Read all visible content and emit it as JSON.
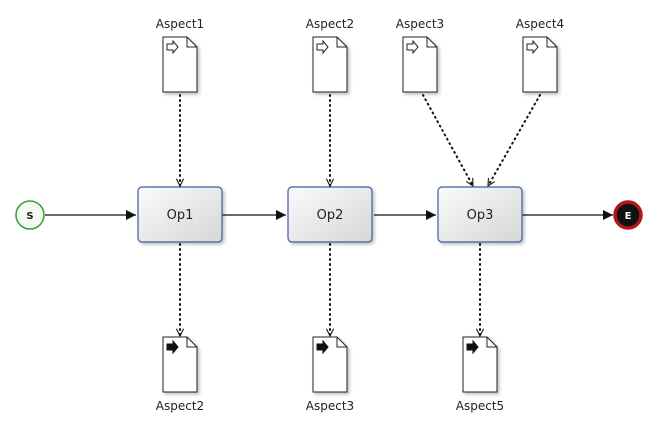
{
  "start_event": {
    "label": "S",
    "color": "#3aa33a"
  },
  "end_event": {
    "label": "E",
    "color": "#b01818"
  },
  "operations": [
    {
      "label": "Op1"
    },
    {
      "label": "Op2"
    },
    {
      "label": "Op3"
    }
  ],
  "input_documents": [
    {
      "label": "Aspect1",
      "icon": "input-arrow-outline-icon"
    },
    {
      "label": "Aspect2",
      "icon": "input-arrow-outline-icon"
    },
    {
      "label": "Aspect3",
      "icon": "input-arrow-outline-icon"
    },
    {
      "label": "Aspect4",
      "icon": "input-arrow-outline-icon"
    }
  ],
  "output_documents": [
    {
      "label": "Aspect2",
      "icon": "output-arrow-filled-icon"
    },
    {
      "label": "Aspect3",
      "icon": "output-arrow-filled-icon"
    },
    {
      "label": "Aspect5",
      "icon": "output-arrow-filled-icon"
    }
  ],
  "colors": {
    "task_border": "#3d5f9e",
    "task_fill_top": "#fbfbfb",
    "task_fill_bottom": "#d8d8d8",
    "line": "#111111"
  }
}
